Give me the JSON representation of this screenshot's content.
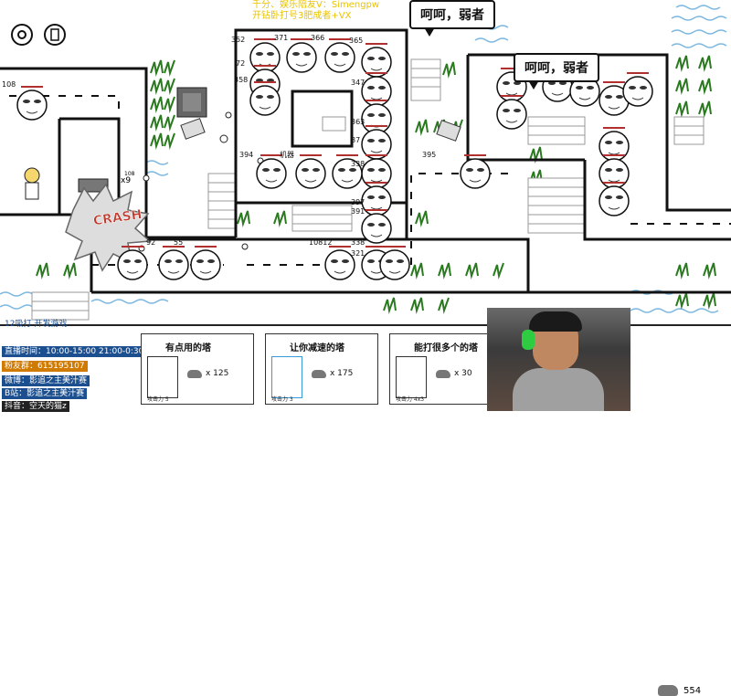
{
  "watermark": {
    "line1": "千分、娱乐陪友V：Simengpw",
    "line2": "开钻卧打号3肥成者+VX"
  },
  "speech_bubbles": [
    {
      "text": "呵呵，弱者"
    },
    {
      "text": "呵呵，弱者"
    }
  ],
  "crash_text": "CRASH",
  "enemy_hp_labels": [
    "108",
    "352",
    "371",
    "366",
    "365",
    "72",
    "358",
    "347",
    "363",
    "87",
    "394",
    "机器",
    "338",
    "395",
    "397",
    "391",
    "92",
    "55",
    "10812",
    "338",
    "321"
  ],
  "tower_ammo": "x9",
  "tower_cost_label": "108",
  "tower_cards": [
    {
      "title": "有点用的塔",
      "level": "攻击力 5",
      "cost": "x 125"
    },
    {
      "title": "让你减速的塔",
      "level": "攻击力 3",
      "cost": "x 175"
    },
    {
      "title": "能打很多个的塔",
      "level": "攻击力 4x3",
      "cost": "x 30"
    }
  ],
  "stone_total": "554",
  "stream_info": {
    "top_text": "12吸打 开发游戏",
    "time": "直播时间：10:00-15:00 21:00-0:30",
    "fans": "粉友群：615195107",
    "weibo": "微博：影追之主美汁赛",
    "bili": "B站：影追之主美汁赛",
    "douyin": "抖音：空天的猫z"
  },
  "colors": {
    "wall": "#111111",
    "grass": "#2a7a1f",
    "water": "#7fb9e0",
    "brick": "#aaaaaa",
    "panel_blue": "#1b4f8f",
    "watermark": "#e8c400"
  }
}
